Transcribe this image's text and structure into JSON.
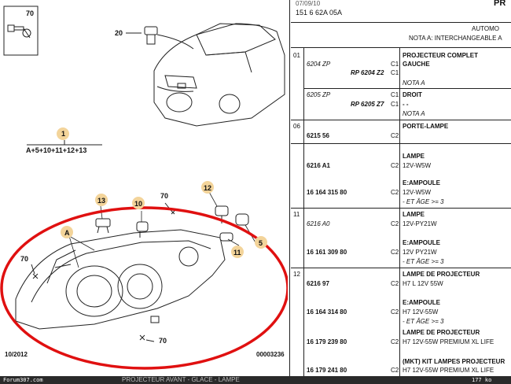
{
  "left": {
    "callouts": {
      "c70_top": "70",
      "c20": "20",
      "c1": "1",
      "formula": "A+5+10+11+12+13",
      "c13": "13",
      "c10": "10",
      "c70_mid": "70",
      "c12": "12",
      "cA": "A",
      "c5": "5",
      "c11": "11",
      "c70_left": "70",
      "c70_bottom": "70"
    },
    "date_code": "10/2012",
    "ref_code": "00003236"
  },
  "right": {
    "header_line1": "07/09/10",
    "header_line2": "151 6 62A 05A",
    "header_line3": "AUTOMO",
    "header_line4": "NOTA A: INTERCHANGEABLE A",
    "header_edge": "PR",
    "sections": [
      {
        "num": "01",
        "ref": "6204 ZP",
        "sub_ref": "RP 6204 Z2",
        "col": "C1",
        "col2": "C1",
        "title": "PROJECTEUR COMPLET",
        "title2": "GAUCHE",
        "note": "NOTA A"
      },
      {
        "num": "",
        "ref": "6205 ZP",
        "sub_ref": "RP 6205 Z7",
        "col": "C1",
        "col2": "C1",
        "title": "DROIT",
        "title2": "- -",
        "note": "NOTA A"
      },
      {
        "num": "06",
        "ref": "6215 56",
        "col": "C2",
        "title": "PORTE-LAMPE"
      },
      {
        "num": "",
        "ref": "6216 A1",
        "col": "C2",
        "title": "LAMPE",
        "detail": "12V-W5W"
      },
      {
        "num": "",
        "ref": "16 164 315 80",
        "col": "C2",
        "title": "E:AMPOULE",
        "detail": "12V-W5W",
        "age": "- ET ÂGE >= 3"
      },
      {
        "num": "11",
        "ref": "6216 A0",
        "col": "C2",
        "title": "LAMPE",
        "detail": "12V-PY21W"
      },
      {
        "num": "",
        "ref": "16 161 309 80",
        "col": "C2",
        "title": "E:AMPOULE",
        "detail": "12V PY21W",
        "age": "- ET ÂGE >= 3"
      },
      {
        "num": "12",
        "ref": "6216 97",
        "col": "C2",
        "title": "LAMPE DE PROJECTEUR",
        "detail": "H7 L 12V 55W"
      },
      {
        "num": "",
        "ref": "16 164 314 80",
        "col": "C2",
        "title": "E:AMPOULE",
        "detail": "H7 12V-55W",
        "age": "- ET ÂGE >= 3"
      },
      {
        "num": "",
        "ref": "16 179 239 80",
        "col": "C2",
        "title": "LAMPE DE PROJECTEUR",
        "detail": "H7 12V-55W PREMIUM XL LIFE"
      },
      {
        "num": "",
        "ref": "16 179 241 80",
        "col": "C2",
        "title": "(MKT) KIT LAMPES PROJECTEUR",
        "detail": "H7 12V-55W PREMIUM XL LIFE"
      }
    ]
  },
  "footer": {
    "left": "Forum307.com",
    "middle": "PROJECTEUR AVANT - GLACE - LAMPE",
    "right": "177 ko"
  }
}
